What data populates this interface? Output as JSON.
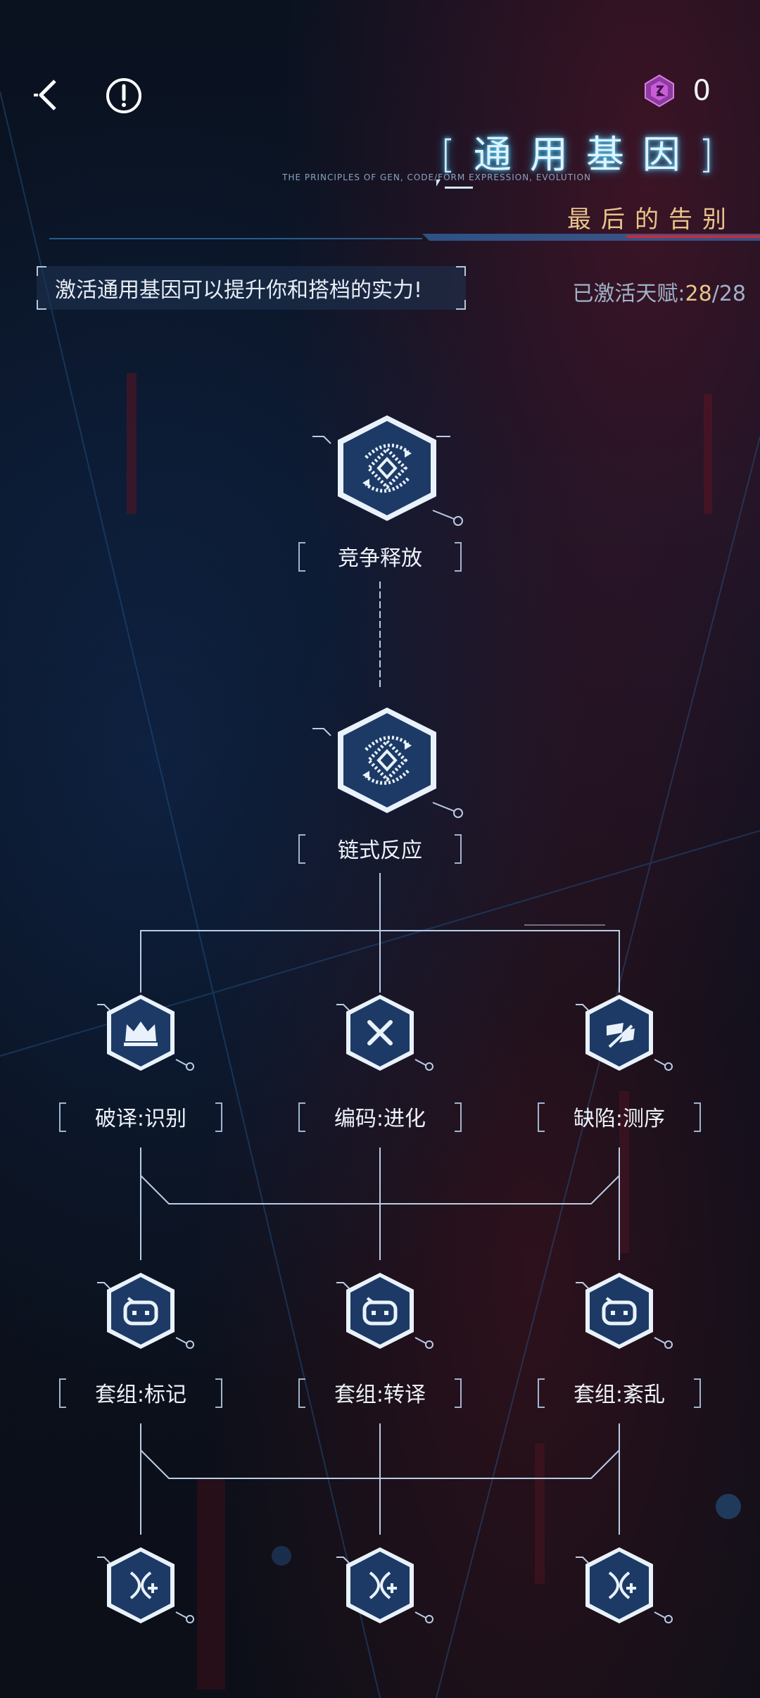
{
  "header": {
    "currency_count": "0",
    "title": "通用基因",
    "title_sub": "THE PRINCIPLES OF GEN, CODE/FORM EXPRESSION, EVOLUTION",
    "subtitle": "最后的告别"
  },
  "info": {
    "hint": "激活通用基因可以提升你和搭档的实力!",
    "activated_label": "已激活天赋:",
    "activated_count": "28",
    "activated_sep": "/",
    "activated_total": "28"
  },
  "tree": {
    "tier1": {
      "label": "竞争释放",
      "icon": "loop-diamond-icon"
    },
    "tier2": {
      "label": "链式反应",
      "icon": "loop-diamond-icon"
    },
    "tier3": [
      {
        "label": "破译:识别",
        "icon": "crown-icon"
      },
      {
        "label": "编码:进化",
        "icon": "cross-swords-icon"
      },
      {
        "label": "缺陷:测序",
        "icon": "broken-flag-icon"
      }
    ],
    "tier4": [
      {
        "label": "套组:标记",
        "icon": "robot-face-icon"
      },
      {
        "label": "套组:转译",
        "icon": "robot-face-icon"
      },
      {
        "label": "套组:紊乱",
        "icon": "robot-face-icon"
      }
    ],
    "tier5": [
      {
        "icon": "dna-plus-icon"
      },
      {
        "icon": "dna-plus-icon"
      },
      {
        "icon": "dna-plus-icon"
      }
    ]
  },
  "colors": {
    "accent_gold": "#e9c48a",
    "line": "#b9cde6",
    "node_fill": "#1d3a66",
    "title_glow": "#66d9ff"
  }
}
